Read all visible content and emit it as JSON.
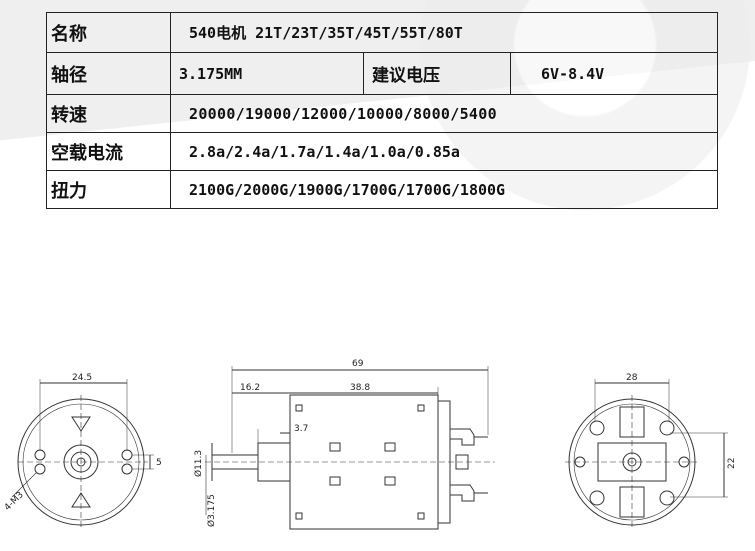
{
  "specs": {
    "name_label": "名称",
    "name_value": "540电机 21T/23T/35T/45T/55T/80T",
    "shaft_label": "轴径",
    "shaft_value": "3.175MM",
    "voltage_label": "建议电压",
    "voltage_value": "6V-8.4V",
    "speed_label": "转速",
    "speed_value": "20000/19000/12000/10000/8000/5400",
    "current_label": "空载电流",
    "current_value": "2.8a/2.4a/1.7a/1.4a/1.0a/0.85a",
    "torque_label": "扭力",
    "torque_value": "2100G/2000G/1900G/1700G/1700G/1800G"
  },
  "drawing": {
    "front_width": "24.5",
    "front_side": "5",
    "front_hole": "4-M3",
    "side_length": "69",
    "side_shaft_len": "16.2",
    "side_body_len": "38.8",
    "side_step": "3.7",
    "side_boss_dia": "Ø11.3",
    "side_shaft_dia": "Ø3.175",
    "rear_width": "28",
    "rear_height": "22"
  }
}
